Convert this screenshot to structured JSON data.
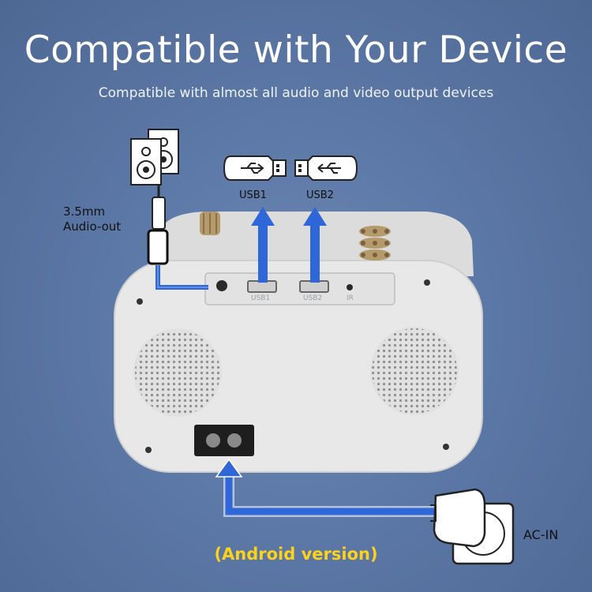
{
  "header": {
    "title": "Compatible with Your Device",
    "subtitle": "Compatible with almost all audio and video output devices"
  },
  "labels": {
    "audio_line1": "3.5mm",
    "audio_line2": "Audio-out",
    "usb1": "USB1",
    "usb2": "USB2",
    "ac_in": "AC-IN",
    "port_usb1": "USB1",
    "port_usb2": "USB2",
    "port_ir": "IR"
  },
  "footer": {
    "version_note": "(Android version)"
  },
  "colors": {
    "background": "#5a76a3",
    "arrow_blue": "#2f66d8",
    "device_white": "#e6e6e6",
    "version_text": "#ffd21a"
  },
  "icons": [
    "speaker-icon",
    "usb-drive-icon",
    "audio-jack-icon",
    "power-plug-icon",
    "wall-socket-icon"
  ]
}
